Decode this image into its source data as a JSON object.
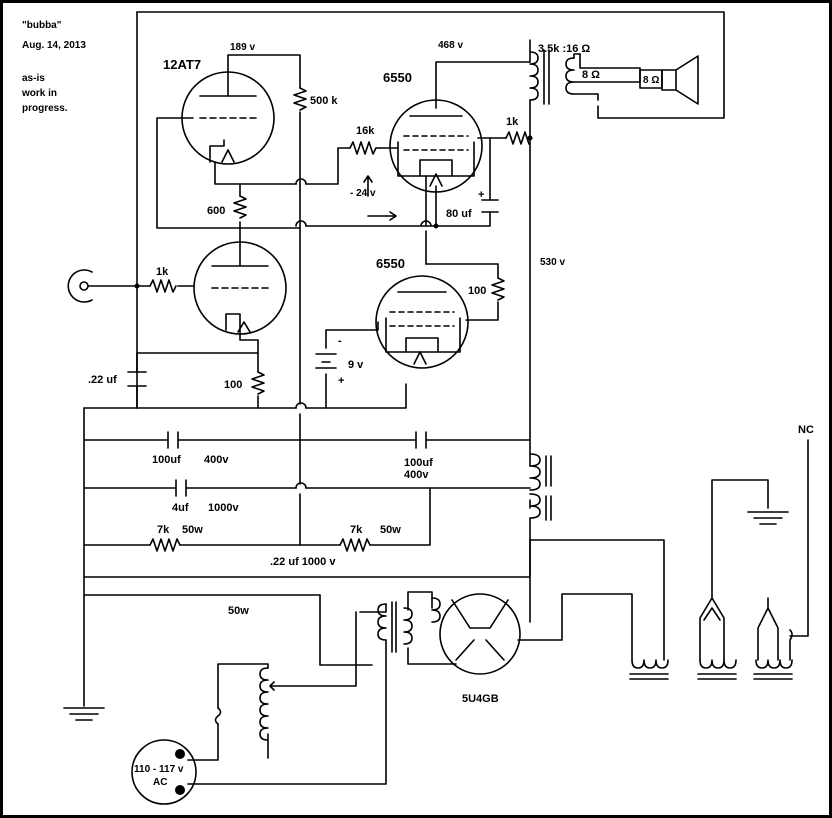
{
  "notes": {
    "name": "\"bubba\"",
    "date": "Aug. 14, 2013",
    "line1": "as-is",
    "line2": "work in",
    "line3": "progress."
  },
  "voltages": {
    "v189": "189 v",
    "v468": "468 v",
    "v530": "530 v",
    "vneg24": "- 24 v"
  },
  "tubes": {
    "preamp": "12AT7",
    "power_top": "6550",
    "power_bottom": "6550",
    "rectifier": "5U4GB"
  },
  "resistors": {
    "r500k": "500 k",
    "r600": "600",
    "r1k_in": "1k",
    "r100_cath": "100",
    "r16k": "16k",
    "r1k_screen": "1k",
    "r100_b": "100",
    "r7k_a": "7k",
    "r7k_b": "7k",
    "w50_a": "50w",
    "w50_b": "50w",
    "w50_c": "50w"
  },
  "capacitors": {
    "c22uf": ".22 uf",
    "c80uf": "80 uf",
    "c100uf_a": "100uf",
    "c400v_a": "400v",
    "c100uf_b": "100uf",
    "c400v_b": "400v",
    "c4uf": "4uf",
    "c1000v": "1000v",
    "c22uf1000v": ".22 uf 1000 v"
  },
  "output": {
    "impedance": "3.5k :16 Ω",
    "tap8": "8 Ω",
    "speaker": "8 Ω"
  },
  "battery": {
    "label": "9 v",
    "minus": "-",
    "plus": "+"
  },
  "cap80_plus": "+",
  "mains": {
    "voltage": "110 - 117 v",
    "ac": "AC"
  },
  "nc": "NC"
}
